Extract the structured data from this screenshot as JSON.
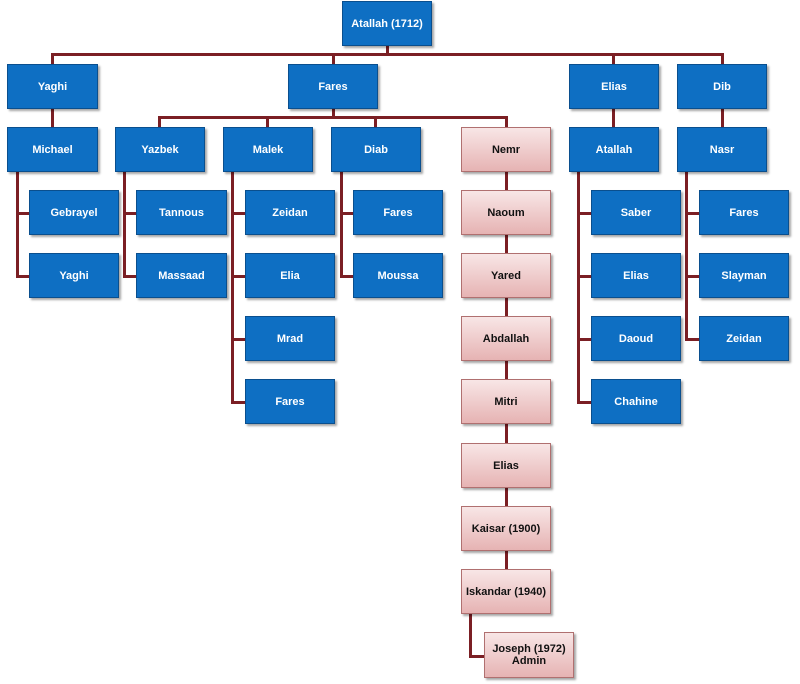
{
  "colors": {
    "connector": "#7b1f24",
    "node_blue": "#0e6fc3",
    "node_pink": "#efcaca"
  },
  "nodes": {
    "root": "Atallah (1712)",
    "yaghi": "Yaghi",
    "fares": "Fares",
    "elias": "Elias",
    "dib": "Dib",
    "michael": "Michael",
    "gebrayel": "Gebrayel",
    "yaghi2": "Yaghi",
    "yazbek": "Yazbek",
    "tannous": "Tannous",
    "massaad": "Massaad",
    "malek": "Malek",
    "zeidan": "Zeidan",
    "elia": "Elia",
    "mrad": "Mrad",
    "fares_m": "Fares",
    "diab": "Diab",
    "fares_d": "Fares",
    "moussa": "Moussa",
    "nemr": "Nemr",
    "naoum": "Naoum",
    "yared": "Yared",
    "abdallah": "Abdallah",
    "mitri": "Mitri",
    "elias_n": "Elias",
    "kaisar": "Kaisar (1900)",
    "iskandar": "Iskandar (1940)",
    "joseph": "Joseph (1972)\nAdmin",
    "atallah2": "Atallah",
    "saber": "Saber",
    "elias_a": "Elias",
    "daoud": "Daoud",
    "chahine": "Chahine",
    "nasr": "Nasr",
    "fares_n": "Fares",
    "slayman": "Slayman",
    "zeidan_n": "Zeidan"
  }
}
